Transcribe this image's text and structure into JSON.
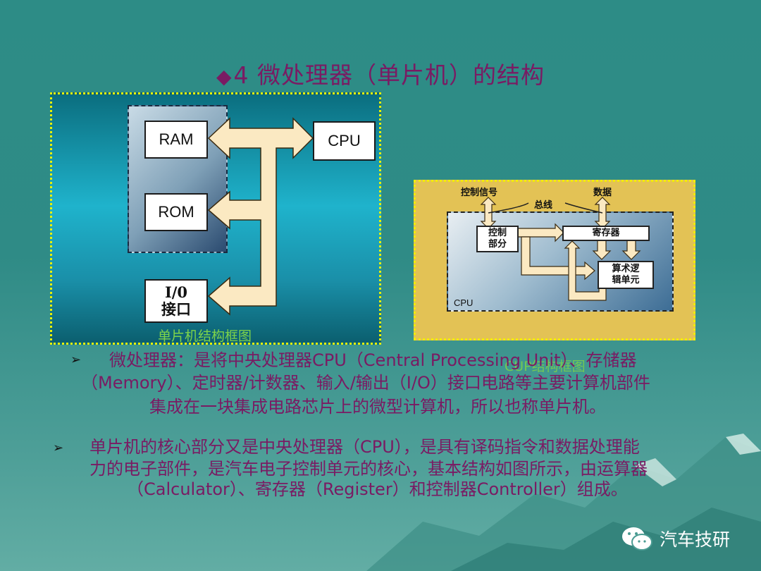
{
  "title": {
    "marker": "◆",
    "text": "4 微处理器（单片机）的结构"
  },
  "diagram1": {
    "ram_label": "RAM",
    "rom_label": "ROM",
    "cpu_label": "CPU",
    "io_label_line1": "I/0",
    "io_label_line2": "接口",
    "caption": "单片机结构框图"
  },
  "diagram2": {
    "control_signal_label": "控制信号",
    "data_label": "数据",
    "bus_label": "总线",
    "control_unit_line1": "控制",
    "control_unit_line2": "部分",
    "register_label": "寄存器",
    "alu_line1": "算术逻",
    "alu_line2": "辑单元",
    "cpu_label": "CPU",
    "caption": "CUP结构框图"
  },
  "bullets": [
    {
      "marker": "➢",
      "line1": "微处理器：是将中央处理器CPU（Central Processing Unit）、存储器",
      "line2": "（Memory）、定时器/计数器、输入/输出（I/O）接口电路等主要计算机部件",
      "line3": "集成在一块集成电路芯片上的微型计算机，所以也称单片机。"
    },
    {
      "marker": "➢",
      "line1": "单片机的核心部分又是中央处理器（CPU），是具有译码指令和数据处理能",
      "line2": "力的电子部件，是汽车电子控制单元的核心，基本结构如图所示，由运算器",
      "line3": "（Calculator）、寄存器（Register）和控制器Controller）组成。"
    }
  ],
  "watermark": {
    "icon": "wechat-icon",
    "text": "汽车技研"
  },
  "colors": {
    "title": "#7a1b63",
    "caption": "#7dd34a",
    "border": "#e8f000",
    "arrow": "#fbe9c2"
  }
}
